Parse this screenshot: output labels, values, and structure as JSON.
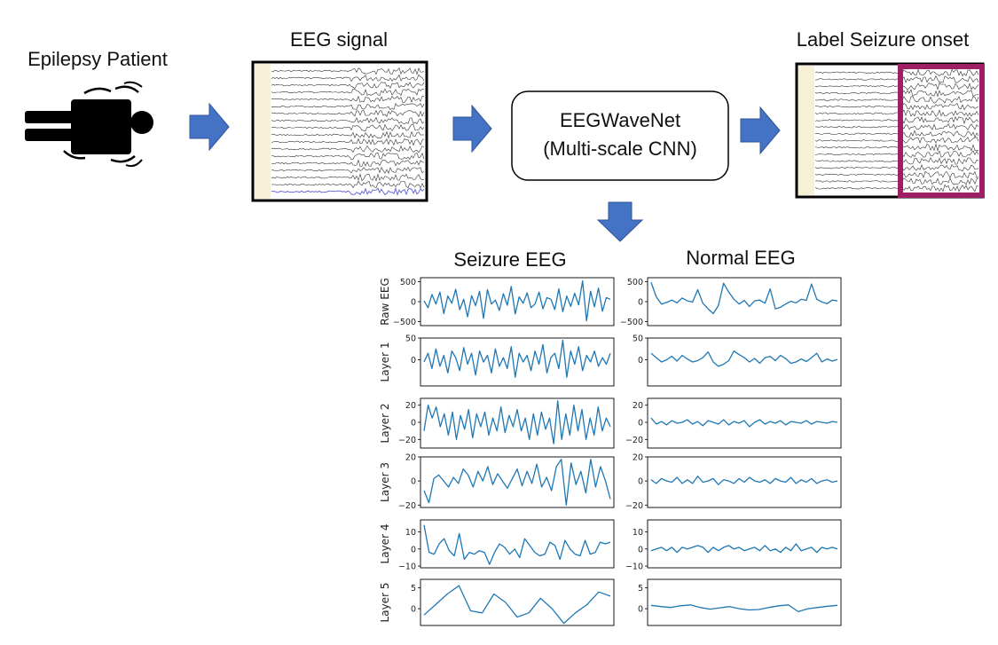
{
  "labels": {
    "patient": "Epilepsy Patient",
    "eeg_signal": "EEG signal",
    "model_name": "EEGWaveNet",
    "model_sub": "(Multi-scale CNN)",
    "label_onset": "Label Seizure onset",
    "seizure_col": "Seizure EEG",
    "normal_col": "Normal EEG"
  },
  "colors": {
    "arrow": "#4472c4",
    "arrow_edge": "#2f5597",
    "trace": "#1f77b4",
    "highlight": "#9e1f63",
    "montage_strip": "#f5f0d6"
  },
  "icons": {
    "patient": "person-lying-icon",
    "arrow": "block-arrow-icon"
  },
  "chart_data": [
    {
      "type": "line",
      "ylabel": "Raw EEG",
      "ylim": [
        -600,
        600
      ],
      "yticks": [
        500,
        0,
        -500
      ],
      "series": [
        {
          "values": [
            20,
            -150,
            180,
            -60,
            240,
            -300,
            140,
            -40,
            310,
            -200,
            60,
            -380,
            150,
            -100,
            260,
            -420,
            300,
            -60,
            40,
            -220,
            200,
            -90,
            380,
            -310,
            120,
            -40,
            220,
            -150,
            -60,
            240,
            -180,
            100,
            60,
            -200,
            320,
            -250,
            140,
            -120,
            210,
            -80,
            520,
            -480,
            260,
            -130,
            340,
            -240,
            100,
            60
          ]
        },
        {
          "values": [
            480,
            120,
            -60,
            -20,
            40,
            -30,
            90,
            20,
            -10,
            300,
            -40,
            -180,
            -300,
            -100,
            460,
            240,
            60,
            -60,
            30,
            -120,
            20,
            40,
            -40,
            320,
            -180,
            -140,
            -60,
            10,
            -30,
            60,
            30,
            440,
            60,
            -10,
            -50,
            40,
            20
          ]
        }
      ]
    },
    {
      "type": "line",
      "ylabel": "Layer 1",
      "ylim": [
        -60,
        50
      ],
      "yticks": [
        50,
        0
      ],
      "series": [
        {
          "values": [
            -5,
            15,
            -20,
            25,
            -15,
            10,
            -30,
            20,
            5,
            -25,
            28,
            -10,
            15,
            -35,
            20,
            -5,
            10,
            -30,
            25,
            -15,
            5,
            -20,
            30,
            -40,
            15,
            -5,
            10,
            -25,
            20,
            -10,
            35,
            -30,
            5,
            15,
            -20,
            45,
            -40,
            20,
            -10,
            30,
            -25,
            10,
            -5,
            20,
            -15,
            5,
            -10,
            15
          ]
        },
        {
          "values": [
            15,
            5,
            -5,
            0,
            8,
            -3,
            10,
            2,
            -5,
            -2,
            5,
            18,
            -5,
            -15,
            -10,
            -2,
            20,
            12,
            5,
            -5,
            3,
            -8,
            5,
            8,
            -2,
            10,
            3,
            -8,
            -5,
            2,
            -4,
            5,
            15,
            -5,
            2,
            -3,
            1
          ]
        }
      ]
    },
    {
      "type": "line",
      "ylabel": "Layer 2",
      "ylim": [
        -30,
        28
      ],
      "yticks": [
        20,
        0,
        -20
      ],
      "series": [
        {
          "values": [
            -10,
            20,
            5,
            18,
            -5,
            10,
            -15,
            12,
            -20,
            8,
            -8,
            15,
            -18,
            10,
            -5,
            12,
            -15,
            5,
            -10,
            18,
            -12,
            8,
            -5,
            15,
            -10,
            5,
            -20,
            10,
            -15,
            12,
            -8,
            5,
            -25,
            25,
            -20,
            10,
            -15,
            20,
            -10,
            15,
            -20,
            5,
            -15,
            18,
            -10,
            5,
            -5
          ]
        },
        {
          "values": [
            5,
            -2,
            1,
            -3,
            2,
            -1,
            0,
            3,
            -2,
            1,
            -4,
            2,
            0,
            -2,
            3,
            -3,
            1,
            -1,
            2,
            -5,
            0,
            3,
            -2,
            1,
            -1,
            2,
            -3,
            1,
            0,
            -1,
            2,
            -2,
            1,
            0,
            -1,
            1,
            0
          ]
        }
      ]
    },
    {
      "type": "line",
      "ylabel": "Layer 3",
      "ylim": [
        -22,
        20
      ],
      "yticks": [
        20,
        0,
        -20
      ],
      "series": [
        {
          "values": [
            -8,
            -18,
            2,
            5,
            0,
            -5,
            3,
            -2,
            10,
            5,
            -5,
            8,
            0,
            12,
            -3,
            6,
            0,
            -6,
            2,
            10,
            -4,
            8,
            -2,
            14,
            -5,
            3,
            -8,
            12,
            18,
            -20,
            15,
            -3,
            8,
            -10,
            18,
            -5,
            12,
            0,
            -15
          ]
        },
        {
          "values": [
            1,
            -2,
            2,
            0,
            -1,
            3,
            -2,
            1,
            -2,
            4,
            -1,
            0,
            2,
            -3,
            1,
            0,
            -2,
            2,
            -1,
            3,
            0,
            -1,
            1,
            -2,
            2,
            0,
            -1,
            3,
            -2,
            1,
            -1,
            2,
            -2,
            0,
            1,
            -1,
            0
          ]
        }
      ]
    },
    {
      "type": "line",
      "ylabel": "Layer 4",
      "ylim": [
        -11,
        17
      ],
      "yticks": [
        10,
        0,
        -10
      ],
      "series": [
        {
          "values": [
            14,
            -2,
            -3,
            3,
            6,
            -1,
            -4,
            9,
            -6,
            -2,
            -3,
            -1,
            -2,
            -9,
            -2,
            3,
            1,
            -3,
            0,
            -5,
            6,
            2,
            -2,
            -4,
            -3,
            4,
            2,
            -6,
            5,
            0,
            -3,
            -4,
            5,
            -3,
            -2,
            4,
            3,
            4
          ]
        },
        {
          "values": [
            -1,
            0,
            1,
            -1,
            1,
            -2,
            1,
            0,
            1,
            2,
            1,
            -2,
            1,
            -1,
            1,
            2,
            0,
            1,
            -1,
            0,
            1,
            -1,
            2,
            -1,
            0,
            -2,
            1,
            -1,
            3,
            -1,
            0,
            1,
            -2,
            1,
            0,
            1,
            0
          ]
        }
      ]
    },
    {
      "type": "line",
      "ylabel": "Layer 5",
      "ylim": [
        -4,
        7
      ],
      "yticks": [
        5,
        0
      ],
      "series": [
        {
          "values": [
            -1.5,
            1,
            3.5,
            5.5,
            -0.5,
            -1,
            3.5,
            1.5,
            -2,
            -1,
            2.5,
            0,
            -3.5,
            -1,
            1,
            4,
            3
          ]
        },
        {
          "values": [
            0.8,
            0.5,
            0.3,
            0.7,
            0.9,
            0.3,
            -0.1,
            0.2,
            0.5,
            0.0,
            -0.3,
            -0.2,
            0.3,
            0.7,
            0.9,
            -0.7,
            0.0,
            0.3,
            0.6,
            0.8
          ]
        }
      ]
    }
  ]
}
